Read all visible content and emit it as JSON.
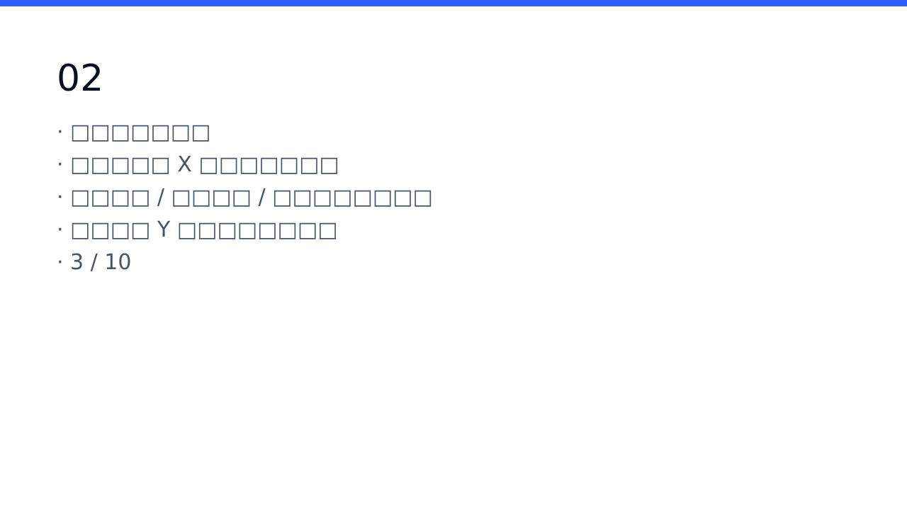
{
  "colors": {
    "accent_bar": "#2f5eff",
    "heading": "#0b1020",
    "body_text": "#475569"
  },
  "slide": {
    "number": "02",
    "bullet_marker": "·",
    "bullets": [
      "□□□□□□□",
      "□□□□□ X □□□□□□□",
      "□□□□ / □□□□ / □□□□□□□□",
      "□□□□ Y □□□□□□□□",
      "3 / 10"
    ]
  }
}
